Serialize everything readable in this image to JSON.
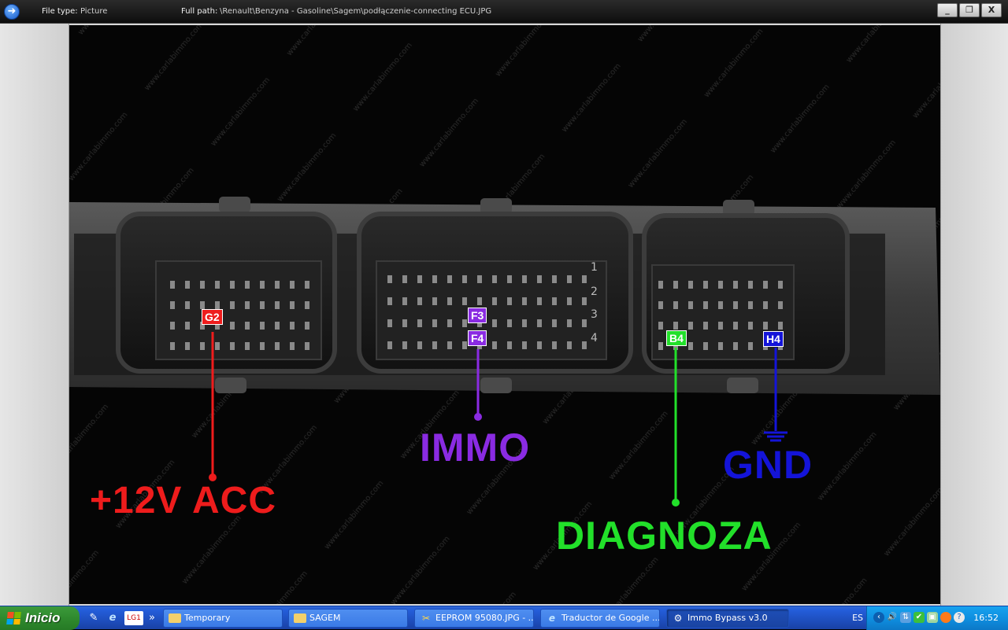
{
  "titlebar": {
    "file_type_label": "File type:",
    "file_type_value": "Picture",
    "full_path_label": "Full path:",
    "full_path_value": "\\Renault\\Benzyna - Gasoline\\Sagem\\podłączenie-connecting ECU.JPG",
    "minimize": "_",
    "restore": "❐",
    "close": "X"
  },
  "image": {
    "watermark": "www.carlabimmo.com",
    "connector_row_numbers": [
      "1",
      "2",
      "3",
      "4"
    ],
    "pins": {
      "g2": "G2",
      "f3": "F3",
      "f4": "F4",
      "b4": "B4",
      "h4": "H4"
    },
    "labels": {
      "acc": "+12V ACC",
      "immo": "IMMO",
      "gnd": "GND",
      "diag": "DIAGNOZA"
    },
    "colors": {
      "acc": "#ee1c1c",
      "immo": "#8a2be2",
      "gnd": "#1414d8",
      "diag": "#22e02a"
    }
  },
  "taskbar": {
    "start_label": "Inicio",
    "quick_launch": [
      "✎",
      "e",
      "LG1",
      "»"
    ],
    "tasks": [
      {
        "label": "Temporary",
        "icon": "folder-icon"
      },
      {
        "label": "SAGEM",
        "icon": "folder-icon"
      },
      {
        "label": "EEPROM 95080.JPG - ...",
        "icon": "image-viewer-icon"
      },
      {
        "label": "Traductor de Google ...",
        "icon": "ie-icon"
      },
      {
        "label": "Immo Bypass v3.0",
        "icon": "gear-icon"
      }
    ],
    "language": "ES",
    "clock": "16:52"
  }
}
